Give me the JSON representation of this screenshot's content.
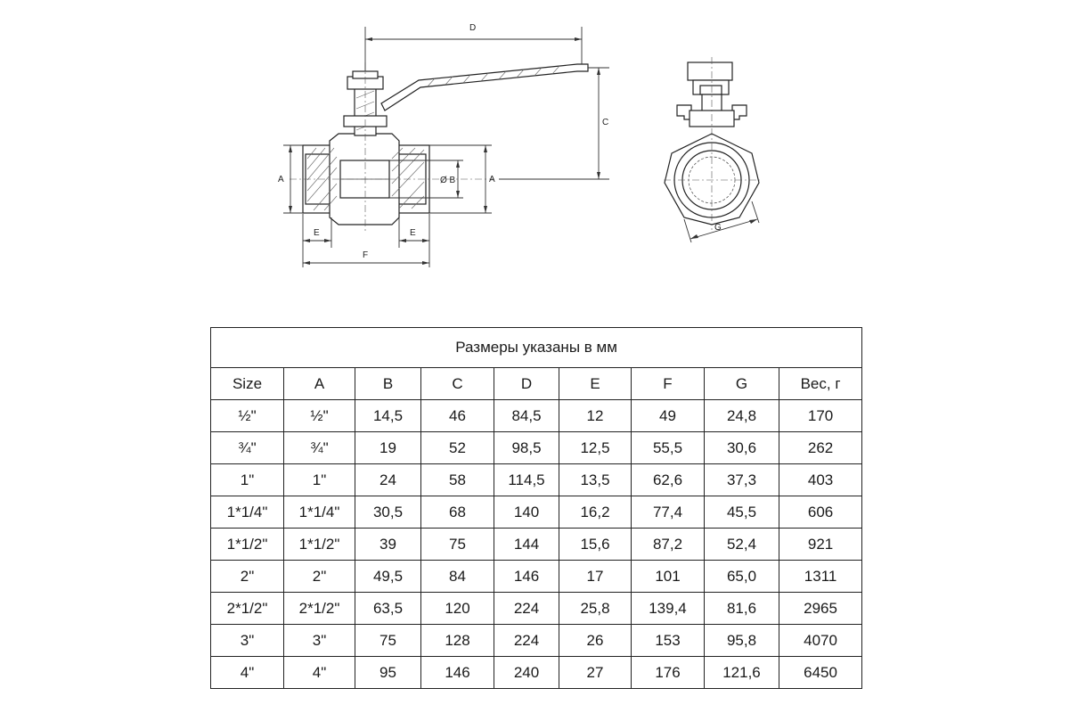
{
  "drawing": {
    "dimension_labels": {
      "A_left": "A",
      "A_right": "A",
      "B": "Ø B",
      "C": "C",
      "D": "D",
      "E_left": "E",
      "E_right": "E",
      "F": "F",
      "G": "G"
    }
  },
  "table": {
    "caption": "Размеры указаны в мм",
    "headers": [
      "Size",
      "A",
      "B",
      "C",
      "D",
      "E",
      "F",
      "G",
      "Вес, г"
    ],
    "rows": [
      [
        "½\"",
        "½\"",
        "14,5",
        "46",
        "84,5",
        "12",
        "49",
        "24,8",
        "170"
      ],
      [
        "¾\"",
        "¾\"",
        "19",
        "52",
        "98,5",
        "12,5",
        "55,5",
        "30,6",
        "262"
      ],
      [
        "1\"",
        "1\"",
        "24",
        "58",
        "114,5",
        "13,5",
        "62,6",
        "37,3",
        "403"
      ],
      [
        "1*1/4\"",
        "1*1/4\"",
        "30,5",
        "68",
        "140",
        "16,2",
        "77,4",
        "45,5",
        "606"
      ],
      [
        "1*1/2\"",
        "1*1/2\"",
        "39",
        "75",
        "144",
        "15,6",
        "87,2",
        "52,4",
        "921"
      ],
      [
        "2\"",
        "2\"",
        "49,5",
        "84",
        "146",
        "17",
        "101",
        "65,0",
        "1311"
      ],
      [
        "2*1/2\"",
        "2*1/2\"",
        "63,5",
        "120",
        "224",
        "25,8",
        "139,4",
        "81,6",
        "2965"
      ],
      [
        "3\"",
        "3\"",
        "75",
        "128",
        "224",
        "26",
        "153",
        "95,8",
        "4070"
      ],
      [
        "4\"",
        "4\"",
        "95",
        "146",
        "240",
        "27",
        "176",
        "121,6",
        "6450"
      ]
    ]
  }
}
